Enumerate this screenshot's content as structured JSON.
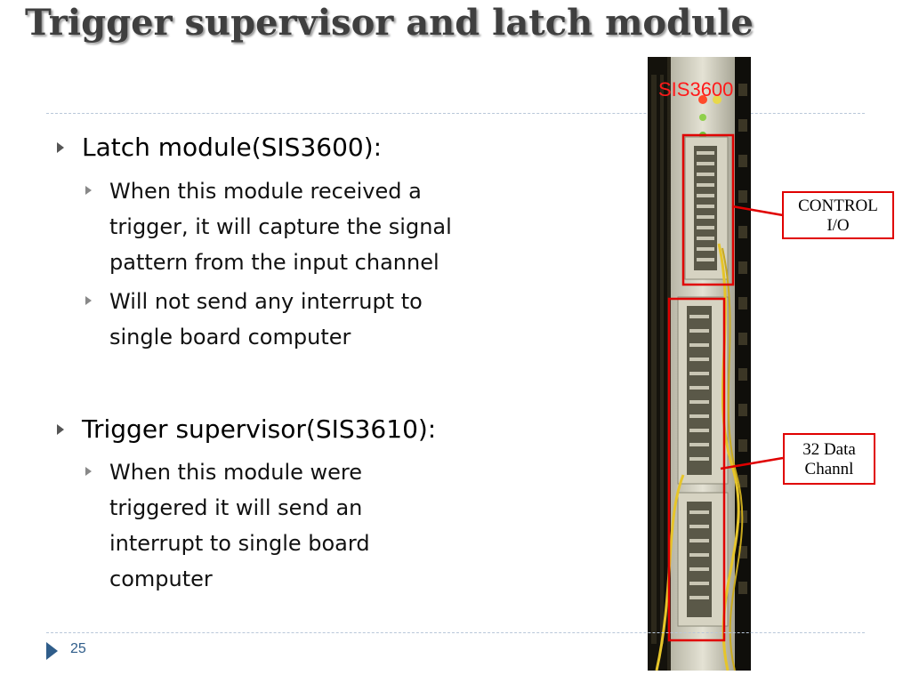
{
  "slide": {
    "title": "Trigger supervisor and latch module",
    "page_number": "25"
  },
  "bullets": [
    {
      "text": "Latch module(SIS3600):",
      "sub": [
        [
          "When this module received a",
          "trigger, it will capture the signal",
          "pattern from the input channel"
        ],
        [
          "Will not send any interrupt to",
          "single board computer"
        ]
      ]
    },
    {
      "text": "Trigger supervisor(SIS3610):",
      "sub": [
        [
          "When this module were",
          "triggered it will send an",
          "interrupt to single board",
          "computer"
        ]
      ]
    }
  ],
  "photo": {
    "module_label": "SIS3600",
    "callouts": {
      "control": [
        "CONTROL",
        "I/O"
      ],
      "data": [
        "32 Data",
        "Channl"
      ]
    }
  },
  "colors": {
    "title": "#3f3f3f",
    "callout_border": "#e00000",
    "module_label": "#ff1a1a",
    "footer_accent": "#2f5d8a"
  }
}
